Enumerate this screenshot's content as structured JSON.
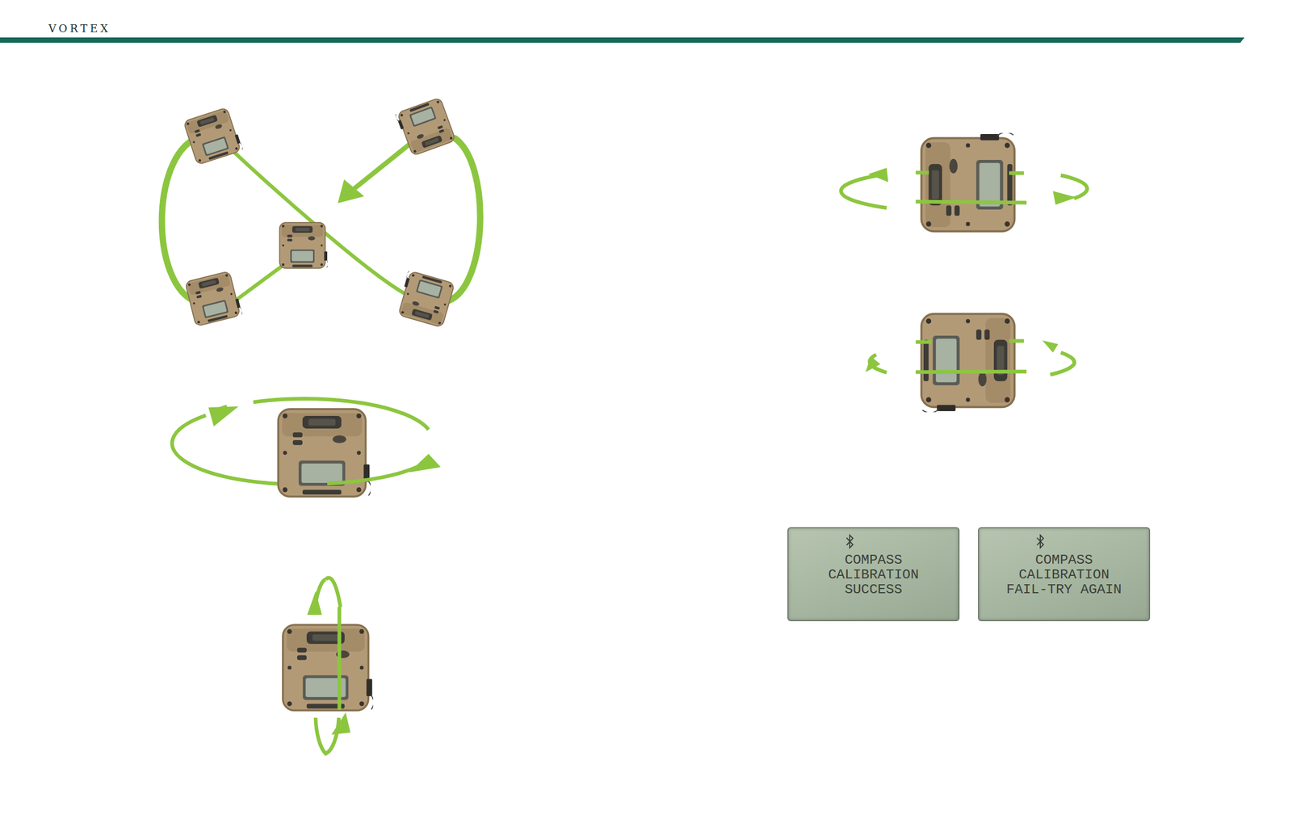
{
  "diagram": {
    "nodes": [
      {
        "text": [
          "COMPASS CALIBRATION SUCCESS"
        ]
      },
      {
        "text": [
          "COMPASS CALIBRATION FAIL-TRY AGAIN"
        ]
      }
    ],
    "labels": [
      "VORTEX"
    ]
  }
}
